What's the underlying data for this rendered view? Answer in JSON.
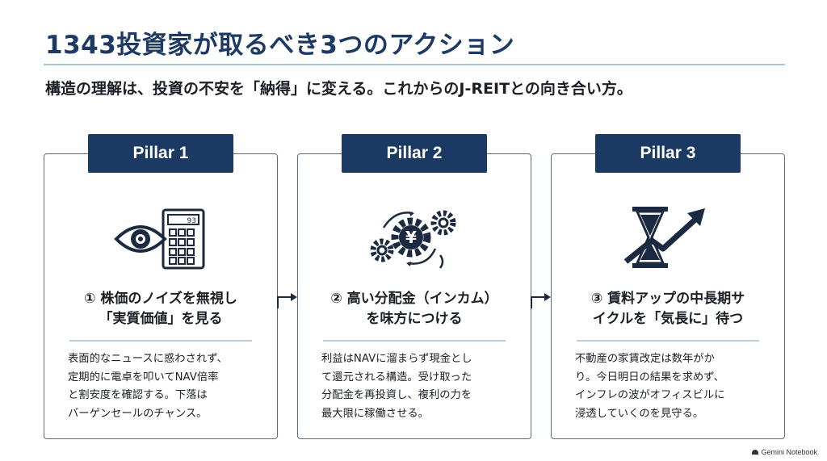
{
  "title": "1343投資家が取るべき3つのアクション",
  "subtitle": "構造の理解は、投資の不安を「納得」に変える。これからのJ-REITとの向き合い方。",
  "pillars": [
    {
      "tab": "Pillar 1",
      "icon": "eye-calculator-icon",
      "calc_display": "93",
      "heading": [
        "① 株価のノイズを無視し",
        "「実質価値」を見る"
      ],
      "body": [
        "表面的なニュースに惑わされず、",
        "定期的に電卓を叩いてNAV倍率",
        "と割安度を確認する。下落は",
        "バーゲンセールのチャンス。"
      ]
    },
    {
      "tab": "Pillar 2",
      "icon": "yen-gears-icon",
      "heading": [
        "② 高い分配金（インカム）",
        "を味方につける"
      ],
      "body": [
        "利益はNAVに溜まらず現金とし",
        "て還元される構造。受け取った",
        "分配金を再投資し、複利の力を",
        "最大限に稼働させる。"
      ]
    },
    {
      "tab": "Pillar 3",
      "icon": "hourglass-growth-icon",
      "heading": [
        "③ 賃料アップの中長期サ",
        "イクルを「気長に」待つ"
      ],
      "body": [
        "不動産の家賃改定は数年がか",
        "り。今日明日の結果を求めず、",
        "インフレの波がオフィスビルに",
        "浸透していくのを見守る。"
      ]
    }
  ],
  "brand": "Gemini Notebook",
  "colors": {
    "navy": "#1b3a63",
    "border": "#5d6b80",
    "rule": "#a9c6da"
  }
}
